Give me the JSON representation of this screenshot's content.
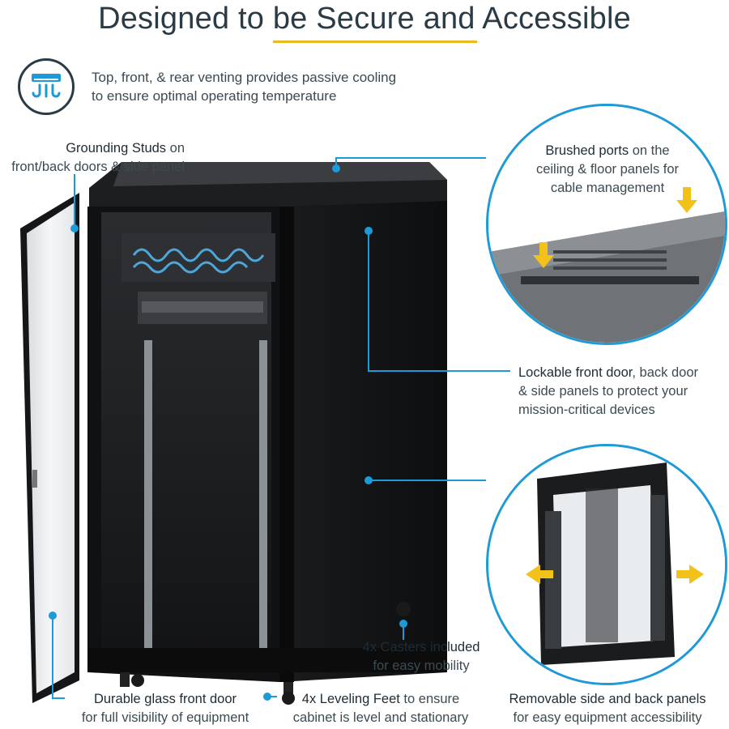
{
  "title": "Designed to be Secure and Accessible",
  "venting": {
    "line1": "Top, front, & rear venting provides passive cooling",
    "line2": "to ensure optimal operating temperature"
  },
  "grounding": {
    "strong": "Grounding Studs",
    "rest": " on",
    "line2": "front/back doors & side panel"
  },
  "brushed": {
    "strong": "Brushed ports",
    "rest": " on the",
    "line2": "ceiling & floor panels for",
    "line3": "cable management"
  },
  "lockable": {
    "strong": "Lockable front door",
    "rest": ", back door",
    "line2": "& side panels to protect your",
    "line3": "mission-critical devices"
  },
  "casters": {
    "strong": "4x Casters included",
    "line2": "for easy mobility"
  },
  "glass": {
    "strong": "Durable glass front door",
    "line2": "for full visibility of equipment"
  },
  "leveling": {
    "strong": "4x Leveling Feet",
    "rest": " to ensure",
    "line2": "cabinet is level and stationary"
  },
  "removable": {
    "strong": "Removable side and back panels",
    "line2": "for easy equipment accessibility"
  },
  "colors": {
    "accent_blue": "#1e9ad6",
    "accent_yellow": "#e8b920",
    "text_dark": "#2a3b45"
  },
  "icons": [
    "air-vent-icon",
    "arrow-down-icon",
    "arrow-left-icon",
    "arrow-right-icon"
  ]
}
